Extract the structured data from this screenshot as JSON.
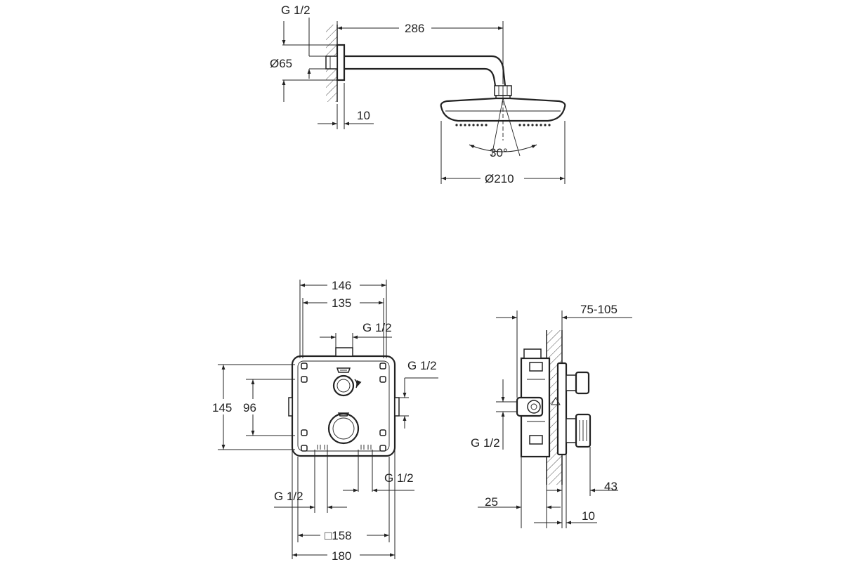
{
  "labels": {
    "top_g_half": "G 1/2",
    "top_dia_65": "Ø65",
    "top_286": "286",
    "top_10": "10",
    "top_angle_30": "30°",
    "top_dia_210": "Ø210",
    "front_146": "146",
    "front_135": "135",
    "front_g_top": "G 1/2",
    "front_g_right": "G 1/2",
    "front_145": "145",
    "front_96": "96",
    "front_g_bottom_left": "G 1/2",
    "front_g_bottom_right": "G 1/2",
    "front_sq_158": "□158",
    "front_180": "180",
    "side_75_105": "75-105",
    "side_g_half": "G 1/2",
    "side_25": "25",
    "side_43": "43",
    "side_10": "10"
  }
}
